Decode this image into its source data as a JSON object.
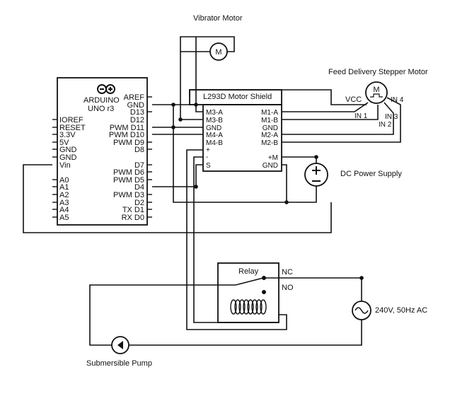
{
  "labels": {
    "vibrator_motor": "Vibrator Motor",
    "stepper_motor": "Feed Delivery Stepper Motor",
    "motor_shield": "L293D  Motor Shield",
    "dc_supply": "DC Power Supply",
    "ac_supply": "240V, 50Hz AC",
    "relay": "Relay",
    "pump": "Submersible Pump",
    "motor_symbol": "M"
  },
  "arduino": {
    "name_line1": "ARDUINO",
    "name_line2": "UNO r3",
    "logo_left": "−",
    "logo_right": "+",
    "left_pins": [
      "IOREF",
      "RESET",
      "3.3V",
      "5V",
      "GND",
      "GND",
      "Vin",
      "A0",
      "A1",
      "A2",
      "A3",
      "A4",
      "A5"
    ],
    "right_pins": [
      "AREF",
      "GND",
      "D13",
      "D12",
      "PWM D11",
      "PWM D10",
      "PWM  D9",
      "D8",
      "D7",
      "PWM  D6",
      "PWM  D5",
      "D4",
      "PWM  D3",
      "D2",
      "TX  D1",
      "RX  D0"
    ]
  },
  "shield": {
    "left_pins": [
      "M3-A",
      "M3-B",
      "GND",
      "M4-A",
      "M4-B",
      "+",
      "-",
      "S"
    ],
    "right_pins": [
      "M1-A",
      "M1-B",
      "GND",
      "M2-A",
      "M2-B",
      "+M",
      "GND"
    ]
  },
  "stepper": {
    "vcc": "VCC",
    "in1": "IN 1",
    "in2": "IN 2",
    "in3": "IN 3",
    "in4": "IN 4"
  },
  "relay_pins": {
    "nc": "NC",
    "no": "NO"
  }
}
